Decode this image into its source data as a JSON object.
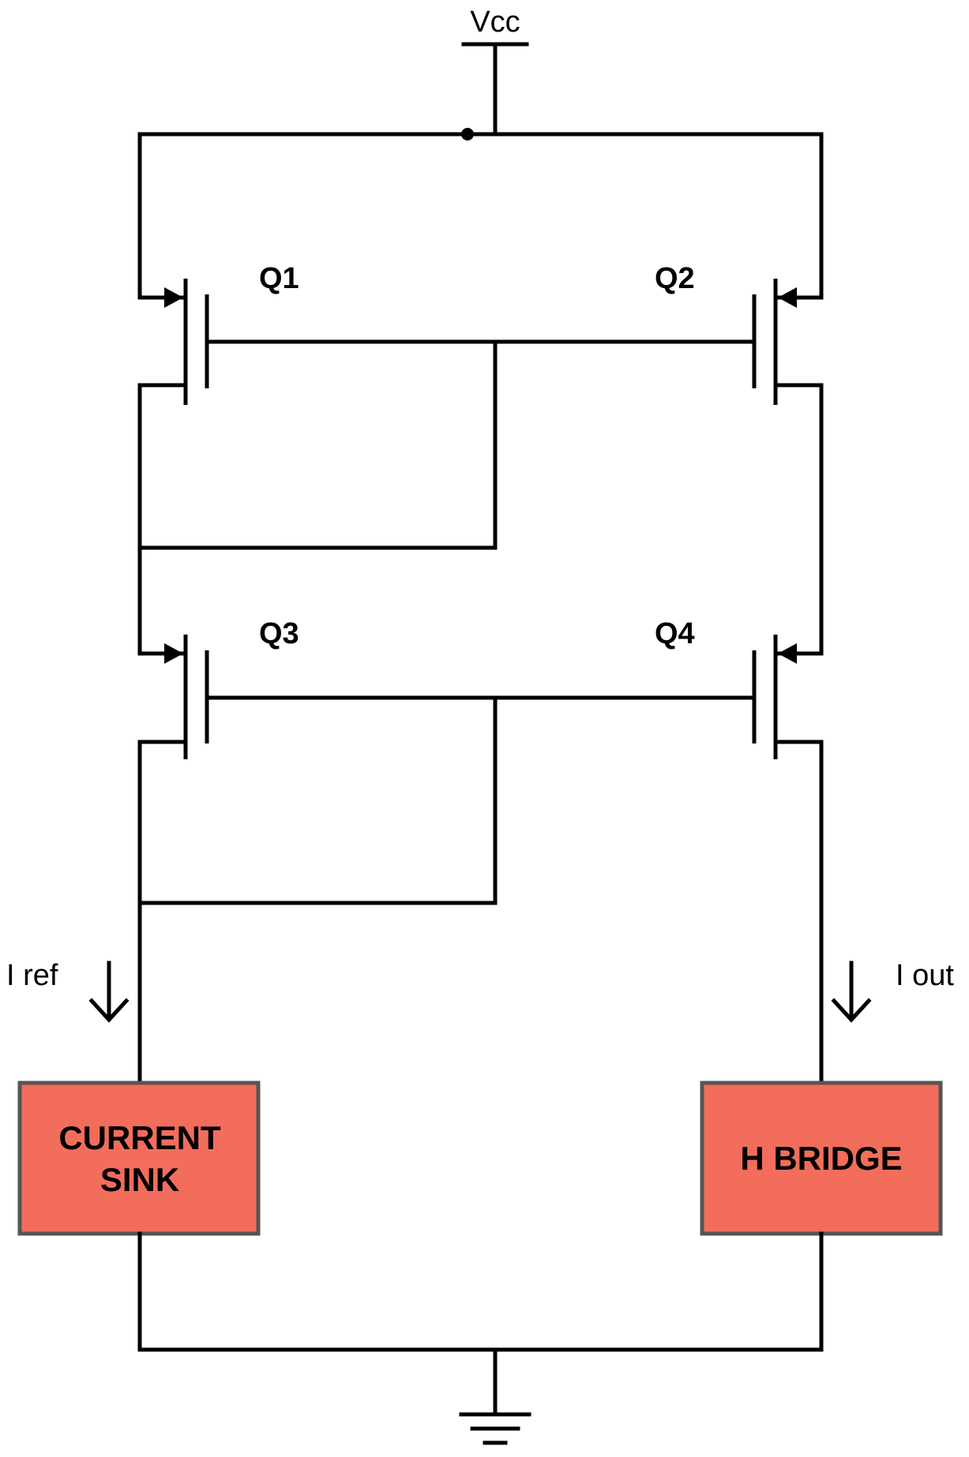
{
  "supply": {
    "label": "Vcc"
  },
  "transistors": [
    {
      "id": "q1",
      "label": "Q1"
    },
    {
      "id": "q2",
      "label": "Q2"
    },
    {
      "id": "q3",
      "label": "Q3"
    },
    {
      "id": "q4",
      "label": "Q4"
    }
  ],
  "currents": {
    "ref": {
      "label": "I ref"
    },
    "out": {
      "label": "I out"
    }
  },
  "blocks": {
    "current_sink": {
      "lines": [
        "CURRENT",
        "SINK"
      ],
      "fill": "#f26d5b"
    },
    "h_bridge": {
      "lines": [
        "H BRIDGE"
      ],
      "fill": "#f26d5b"
    }
  },
  "ground": {
    "symbol": "ground-icon"
  }
}
